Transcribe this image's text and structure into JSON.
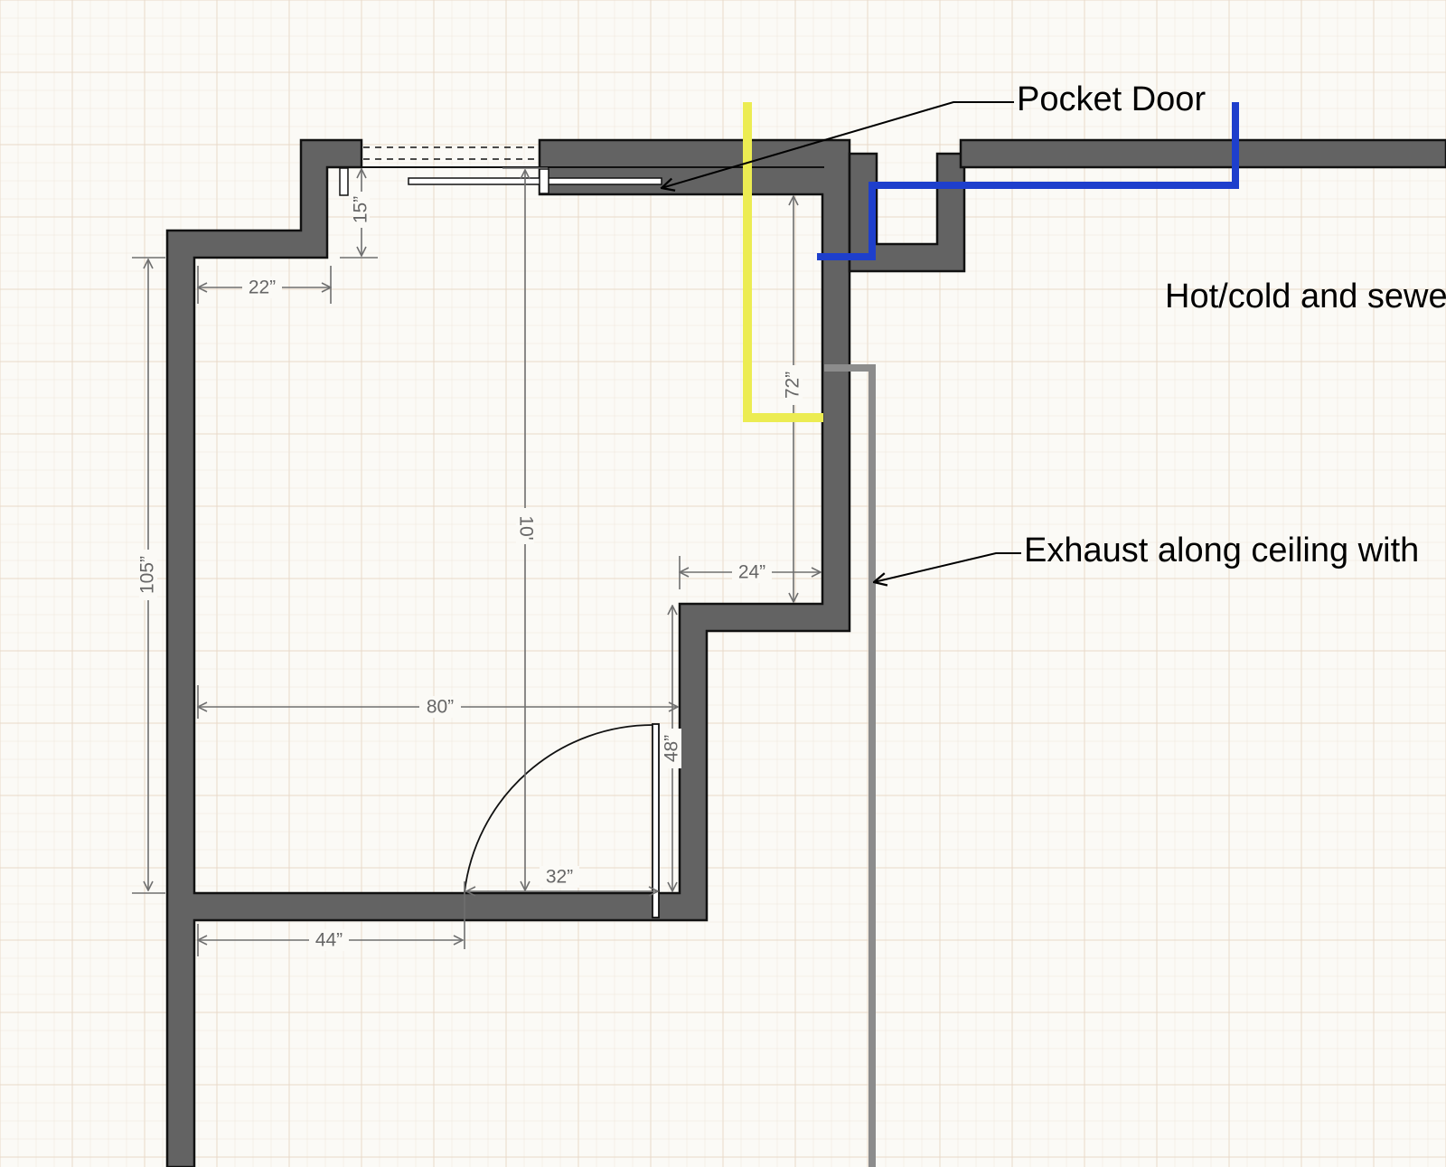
{
  "colors": {
    "background": "#fbfaf6",
    "grid_minor": "#ede6da",
    "grid_major": "#e8d9c8",
    "wall_fill": "#636363",
    "wall_stroke": "#111111",
    "dimension": "#6f6f6f",
    "water_pipe": "#1e3fcc",
    "yellow_line": "#ecec52",
    "exhaust_duct": "#8c8c8c",
    "leader": "#000000"
  },
  "callouts": {
    "pocket_door": "Pocket Door",
    "plumbing": "Hot/cold and sewe",
    "exhaust": "Exhaust along ceiling with"
  },
  "dimensions": {
    "d15": "15”",
    "d22": "22”",
    "d105": "105”",
    "d10ft": "10'",
    "d72": "72”",
    "d24": "24”",
    "d80": "80”",
    "d48": "48”",
    "d32": "32”",
    "d44": "44”"
  }
}
